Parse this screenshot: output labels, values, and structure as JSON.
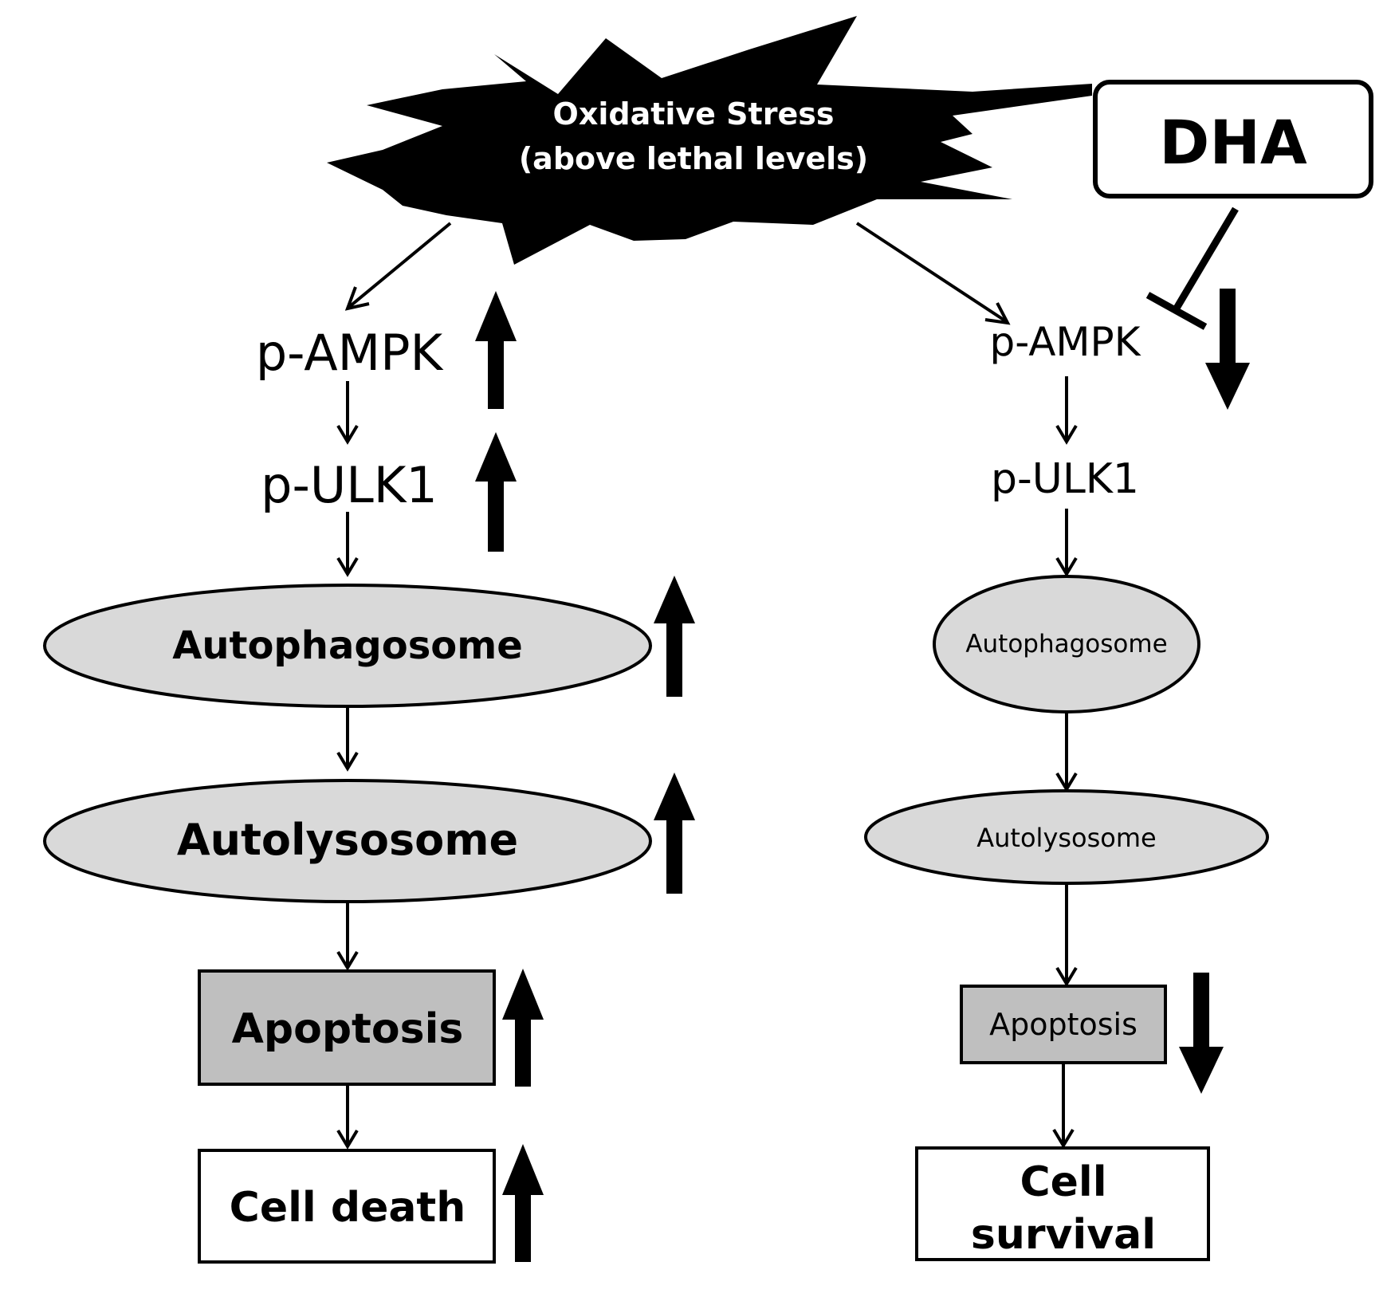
{
  "stress": {
    "line1": "Oxidative Stress",
    "line2": "(above lethal levels)"
  },
  "drug": {
    "label": "DHA"
  },
  "left": {
    "ampk": "p-AMPK",
    "ulk1": "p-ULK1",
    "autophagosome": "Autophagosome",
    "autolysosome": "Autolysosome",
    "apoptosis": "Apoptosis",
    "outcome": "Cell death"
  },
  "right": {
    "ampk": "p-AMPK",
    "ulk1": "p-ULK1",
    "autophagosome": "Autophagosome",
    "autolysosome": "Autolysosome",
    "apoptosis": "Apoptosis",
    "outcome_line1": "Cell",
    "outcome_line2": "survival"
  },
  "colors": {
    "ellipse_fill": "#d9d9d9",
    "apoptosis_fill": "#bfbfbf",
    "stroke": "#000000",
    "starburst": "#000000"
  }
}
